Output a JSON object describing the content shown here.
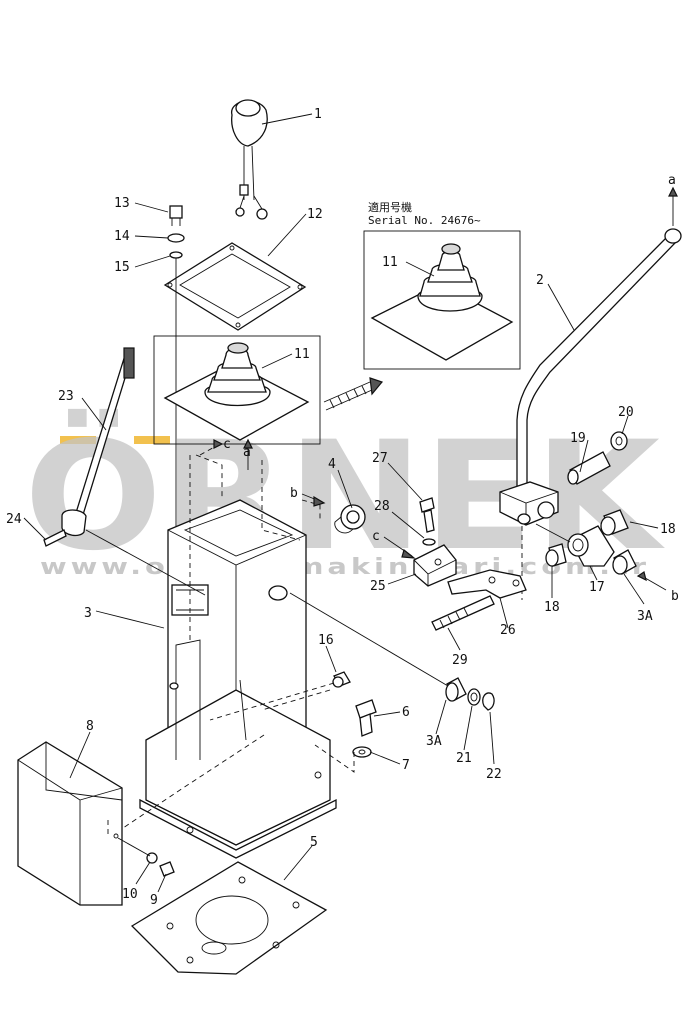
{
  "watermark": {
    "brand": "ÖRNEK",
    "url": "www.ornekismakinalari.com.tr",
    "accent_color": "#f2c14e",
    "text_color": "#c4c4c4"
  },
  "serial_note": {
    "japanese_label": "適用号機",
    "serial": "Serial No. 24676~"
  },
  "callouts": {
    "p1": "1",
    "p2": "2",
    "p3": "3",
    "p3a_left": "3A",
    "p3a_right": "3A",
    "p4": "4",
    "p5": "5",
    "p6": "6",
    "p7": "7",
    "p8": "8",
    "p9": "9",
    "p10": "10",
    "p11_main": "11",
    "p11_inset": "11",
    "p12": "12",
    "p13": "13",
    "p14": "14",
    "p15": "15",
    "p16": "16",
    "p17": "17",
    "p18_top": "18",
    "p18_bottom": "18",
    "p19": "19",
    "p20": "20",
    "p21": "21",
    "p22": "22",
    "p23": "23",
    "p24": "24",
    "p25": "25",
    "p26": "26",
    "p27": "27",
    "p28": "28",
    "p29": "29"
  },
  "refs": {
    "a_top": "a",
    "a_bottom": "a",
    "b_left": "b",
    "b_right": "b",
    "c_left": "c",
    "c_right": "c"
  }
}
